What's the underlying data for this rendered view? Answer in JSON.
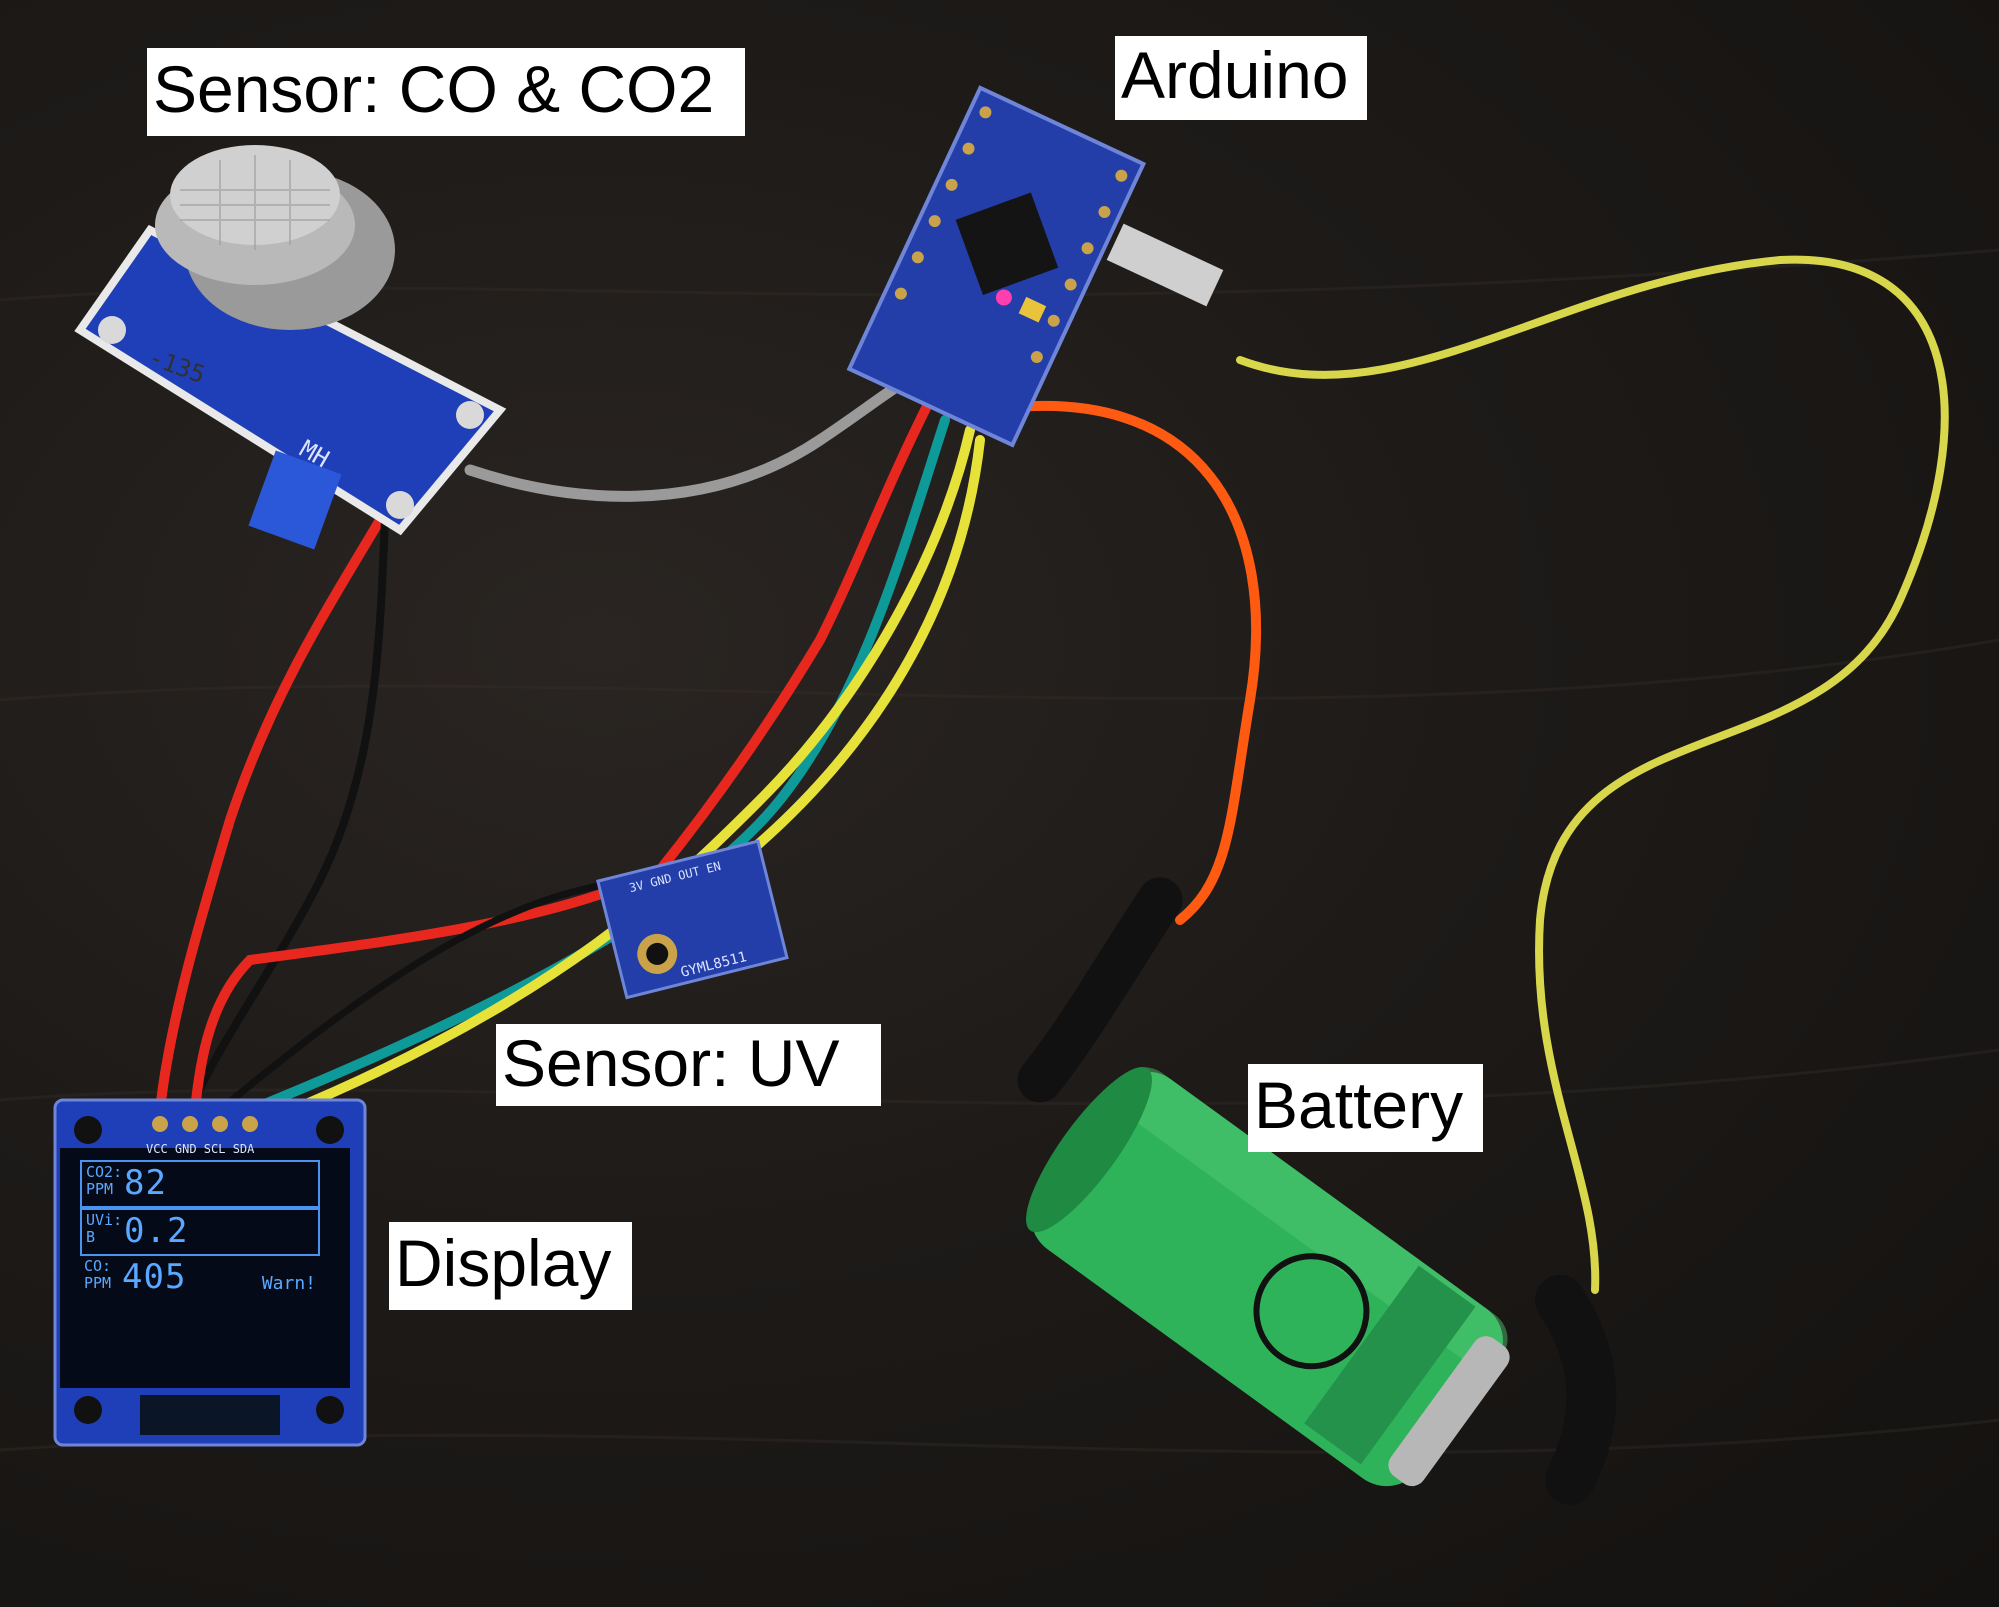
{
  "labels": {
    "co_sensor": "Sensor: CO & CO2",
    "arduino": "Arduino",
    "uv_sensor": "Sensor: UV",
    "battery": "Battery",
    "display": "Display"
  },
  "oled_screen": {
    "row1_tag": "CO2: PPM",
    "row1_value": "82",
    "row2_tag": "UVi: B",
    "row2_value": "0.2",
    "row3_tag": "CO: PPM",
    "row3_value": "405",
    "status": "Warn!"
  },
  "board_markings": {
    "display_pins": "VCC GND SCL SDA",
    "uv_board": "GYML8511",
    "uv_pins": "3V GND OUT EN",
    "co_board": "MH",
    "co_module": "-135"
  },
  "colors": {
    "pcb_blue": "#1f3fb8",
    "wire_red": "#e8281e",
    "wire_yellow": "#e6e23a",
    "wire_teal": "#0f9a9a",
    "wire_orange": "#ff5a12",
    "battery_green": "#2fb35a"
  }
}
